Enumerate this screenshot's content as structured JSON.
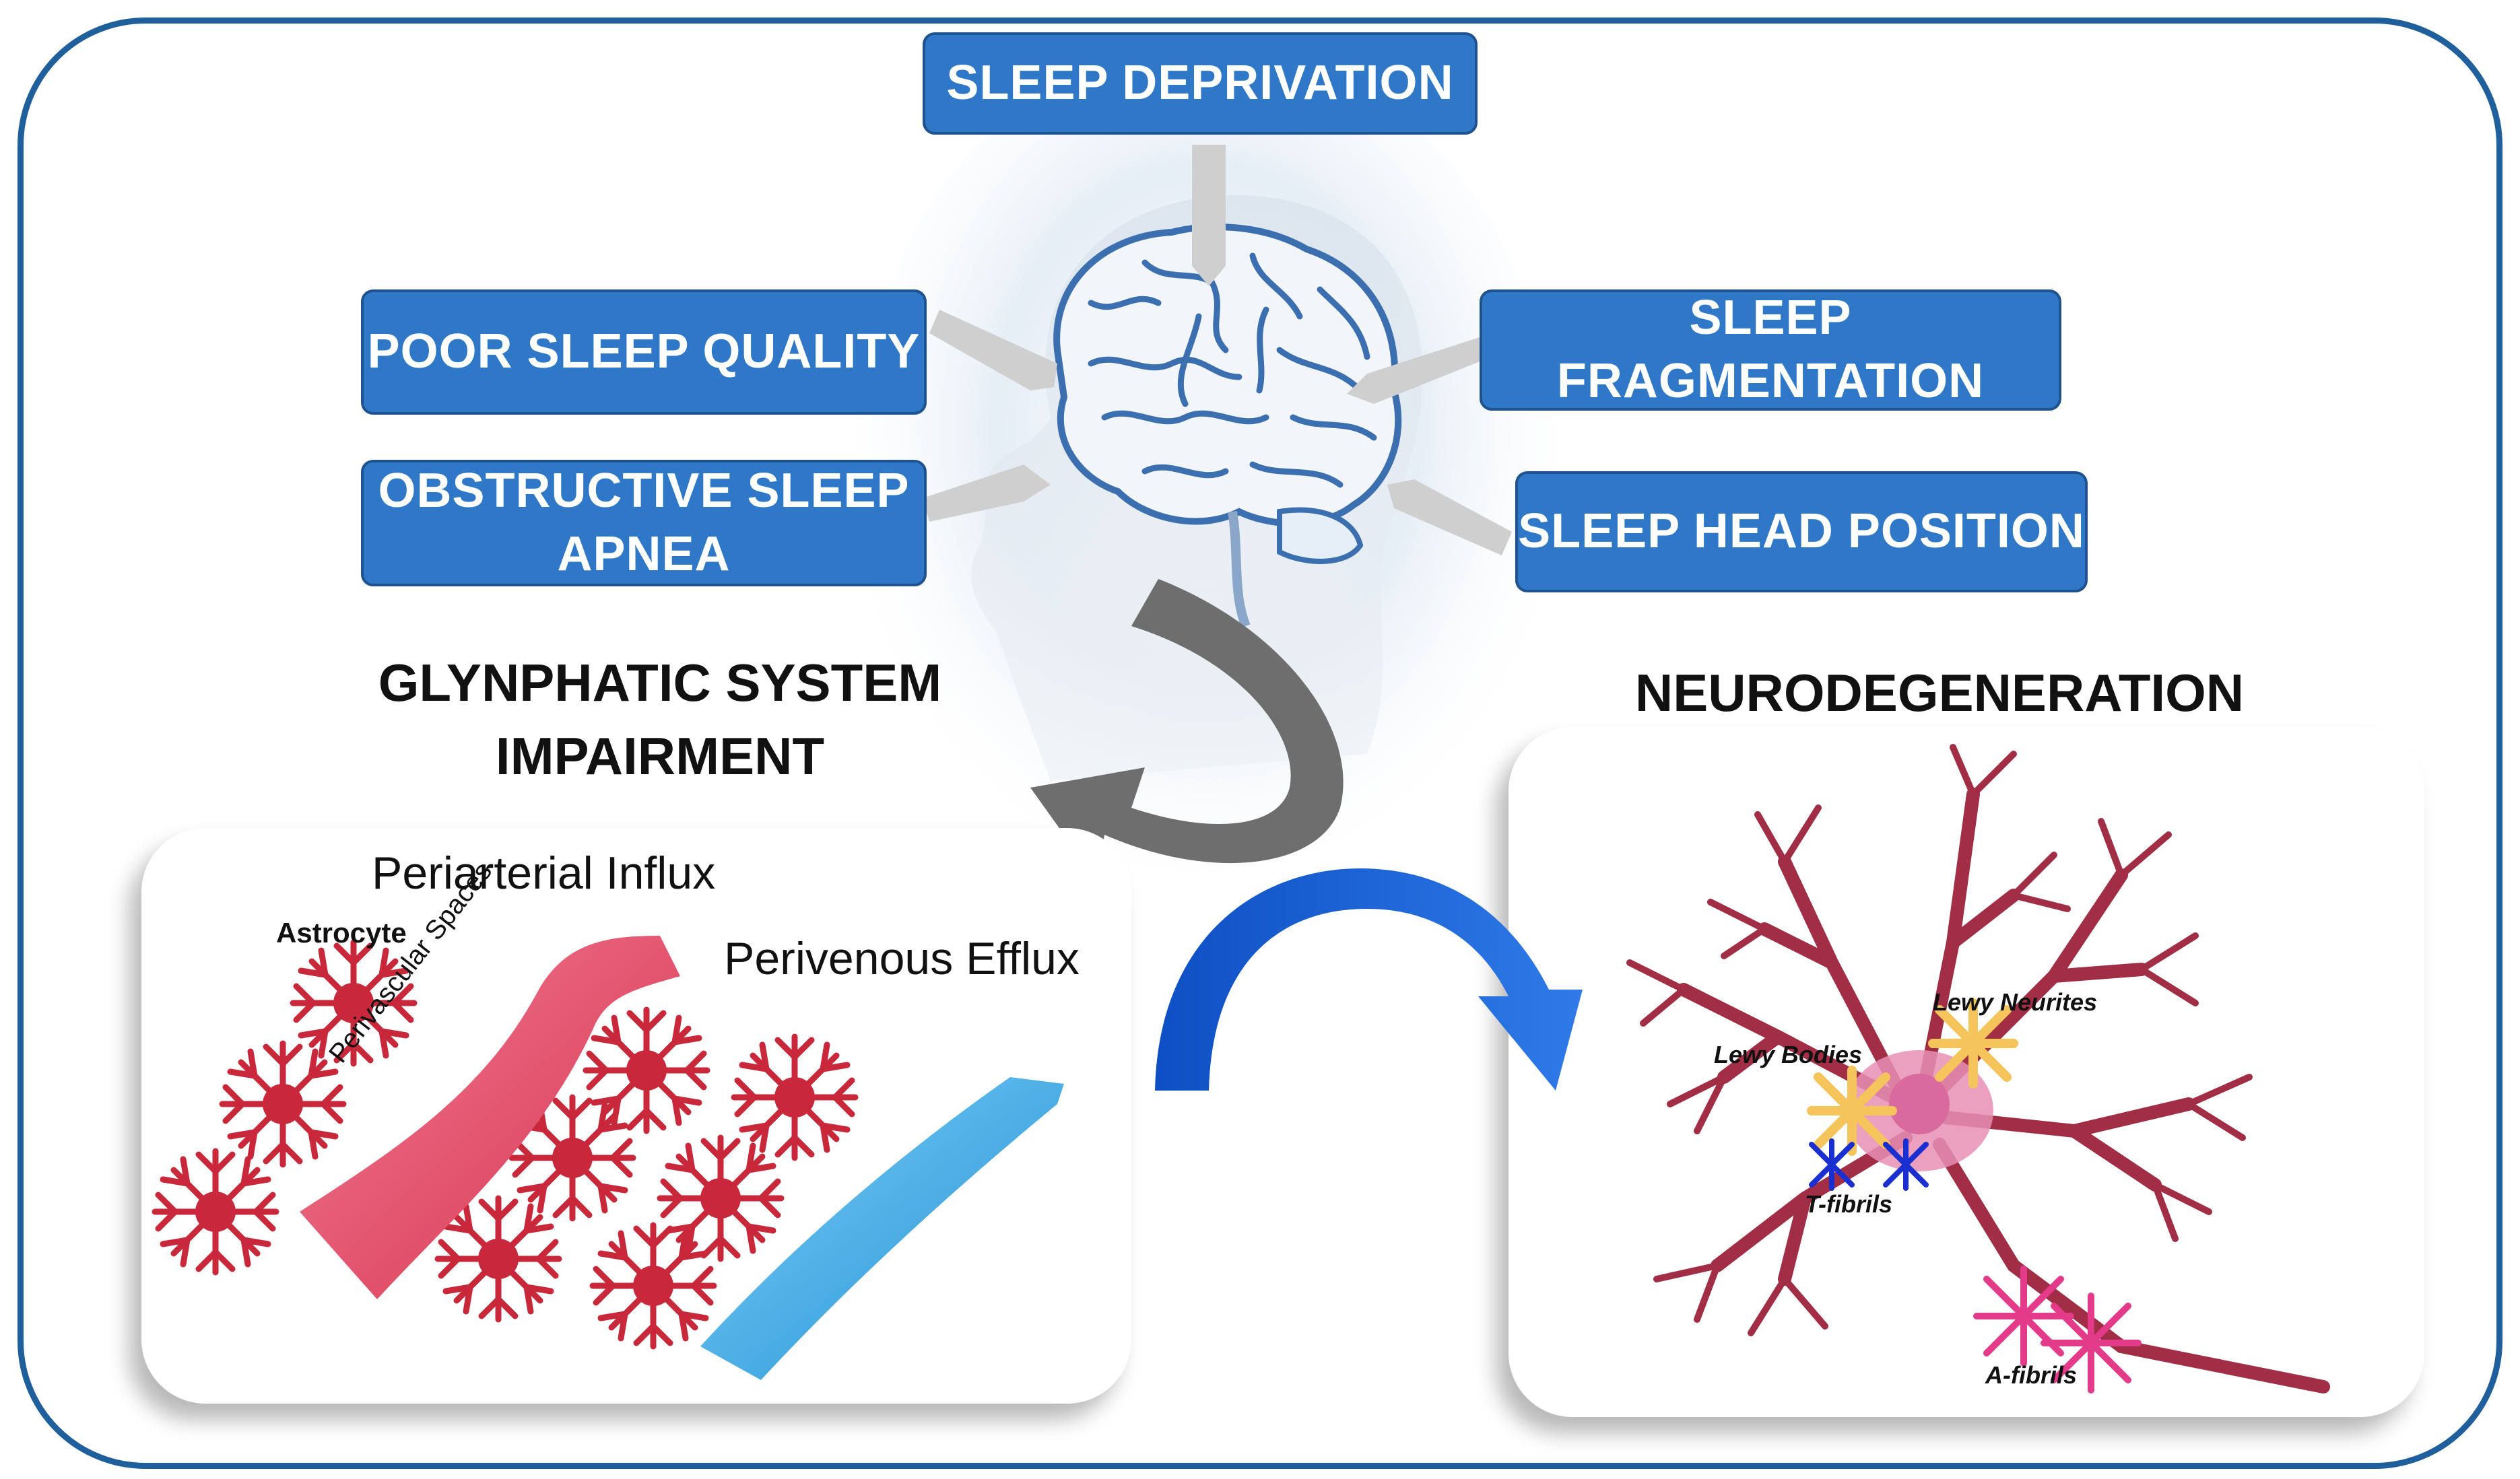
{
  "factors": {
    "deprivation": "SLEEP DEPRIVATION",
    "quality": "POOR SLEEP QUALITY",
    "fragmentation": [
      "SLEEP",
      "FRAGMENTATION"
    ],
    "apnea": [
      "OBSTRUCTIVE SLEEP",
      "APNEA"
    ],
    "head_position": "SLEEP HEAD POSITION"
  },
  "glymphatic": {
    "title": [
      "GLYNPHATIC SYSTEM",
      "IMPAIRMENT"
    ],
    "periarterial": "Periarterial Influx",
    "perivenous": "Perivenous Efflux",
    "astrocyte": "Astrocyte",
    "perivascular": "Perivascular Spaces"
  },
  "neuro": {
    "title": "NEURODEGENERATION",
    "lewy_bodies": "Lewy Bodies",
    "lewy_neurites": "Lewy Neurites",
    "t_fibrils": "T-fibrils",
    "a_fibrils": "A-fibrils"
  },
  "colors": {
    "box_fill": "#2f78c8",
    "frame": "#1f5f9c",
    "artery": "#e8456a",
    "vein": "#2aa0e0",
    "astrocyte": "#c8283a",
    "neuron": "#a12e45",
    "blue_arrow": "#1c63d6",
    "grey_arrow": "#6e6e6e"
  }
}
